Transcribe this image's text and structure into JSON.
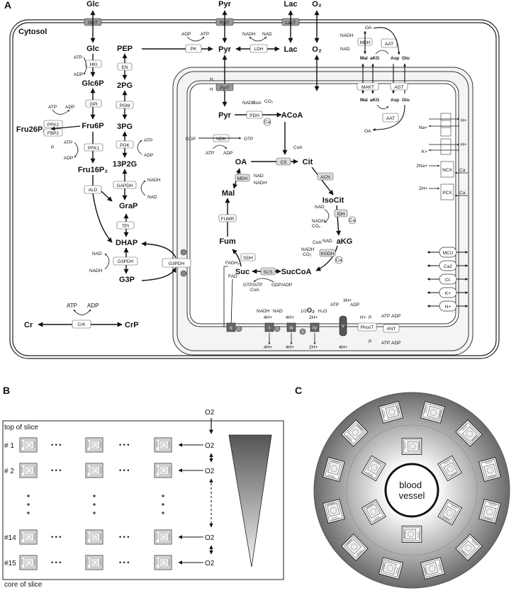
{
  "panels": {
    "a_label": "A",
    "b_label": "B",
    "c_label": "C"
  },
  "panel_a": {
    "cytosol_label": "Cytosol",
    "top_metabolites": [
      "Glc",
      "Pyr",
      "Lac",
      "O₂"
    ],
    "transporters": [
      "GlcT",
      "PyrT",
      "LacT"
    ],
    "glycolysis": [
      "Glc",
      "Glc6P",
      "Fru6P",
      "Fru16P₂",
      "GraP",
      "DHAP",
      "G3P"
    ],
    "lower_glycolysis": [
      "PEP",
      "2PG",
      "3PG",
      "13P2G"
    ],
    "side_metabolites": {
      "fru26": "Fru26P₂",
      "cr": "Cr",
      "crp": "CrP",
      "pyr": "Pyr",
      "lac": "Lac",
      "o2": "O₂"
    },
    "enzymes": {
      "hki": "HKI",
      "gpi": "GPI",
      "pfk2": "PFK2",
      "fbp2": "FBP2",
      "pfk1": "PFK1",
      "ald": "ALD",
      "tpi": "TPI",
      "g3pdh": "G3PDH",
      "g3pdh_mito": "G3PDH",
      "en": "EN",
      "pgm": "PGM",
      "pgk": "PGK",
      "gapdh": "GAPDH",
      "pk": "PK",
      "ldh": "LDH",
      "crk": "CrK",
      "pyrt_mito": "PyrT",
      "pdh": "PDH",
      "ndk": "NDK",
      "cs": "CS",
      "acn": "ACN",
      "idh": "IDH",
      "kgdh": "KGDH",
      "scs": "SCS",
      "sdh": "SDH",
      "fumr": "FUMR",
      "mdh": "MDH",
      "mdh_cyto": "MDH",
      "aat_cyto": "AAT",
      "aat_mito": "AAT",
      "makt": "MAKT",
      "agt": "AGT",
      "phost": "PhosT",
      "ant": "ANT"
    },
    "cofactors": {
      "atp": "ATP",
      "adp": "ADP",
      "nadh": "NADH",
      "nad": "NAD",
      "p": "P",
      "h": "H",
      "gdp": "GDP",
      "gtp": "GTP",
      "coa": "CoA",
      "co2": "CO₂",
      "ca": "Ca",
      "fadh2": "FADH₂",
      "fad": "FAD",
      "gtp_atp": "GTP/ATP",
      "gdp_adp": "GDP/ADP",
      "o2": "O₂",
      "h2o": "H₂O",
      "half": "1/2",
      "h4": "4H+",
      "h2": "2H+",
      "h3": "3H+",
      "hplus": "H+"
    },
    "tca": {
      "pyr": "Pyr",
      "acoa": "ACoA",
      "oa": "OA",
      "cit": "Cit",
      "isocit": "IsoCit",
      "akg": "aKG",
      "succoa": "SucCoA",
      "suc": "Suc",
      "fum": "Fum",
      "mal": "Mal"
    },
    "shuttle": {
      "oa": "OA",
      "mal": "Mal",
      "akg": "aKG",
      "asp": "Asp",
      "glu": "Glu"
    },
    "etc_complexes": [
      "I",
      "II",
      "III",
      "IV",
      "V"
    ],
    "membrane_exchangers": {
      "rows": [
        {
          "label": "H+",
          "left": "Na+"
        },
        {
          "label": "H+",
          "left": "K+"
        },
        {
          "label": "NCX",
          "left": "2Na+",
          "right": "Ca"
        },
        {
          "label": "PCX",
          "left": "2H+",
          "right": "Ca"
        }
      ],
      "channels": [
        "MCU",
        "Ca2",
        "Cl-",
        "K+",
        "H+"
      ]
    }
  },
  "panel_b": {
    "top_label": "top of slice",
    "core_label": "core of slice",
    "o2": "O2",
    "rows": [
      "# 1",
      "# 2",
      "#14",
      "#15"
    ],
    "ellipsis": "• • •"
  },
  "panel_c": {
    "center_label": "blood vessel"
  }
}
